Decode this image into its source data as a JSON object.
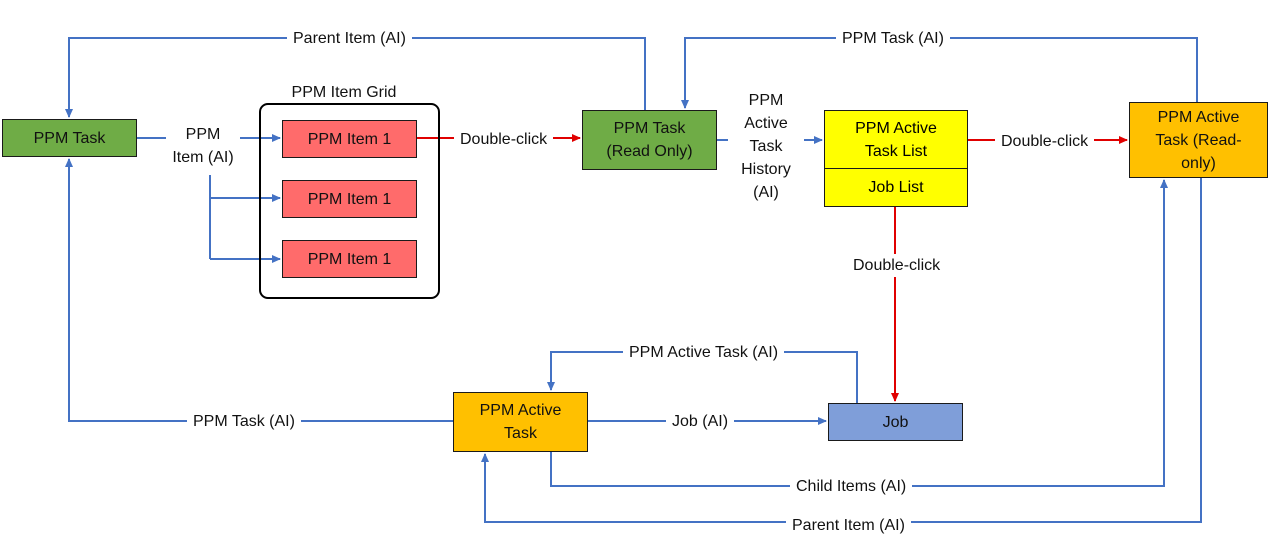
{
  "nodes": {
    "ppm_task": "PPM Task",
    "grid_title": "PPM Item Grid",
    "grid_item_1": "PPM Item 1",
    "grid_item_2": "PPM Item 1",
    "grid_item_3": "PPM Item 1",
    "ppm_task_read_only": "PPM Task\n(Read Only)",
    "active_task_list": "PPM Active\nTask List",
    "job_list": "Job List",
    "active_task_read_only": "PPM Active\nTask (Read-\nonly)",
    "ppm_active_task": "PPM Active\nTask",
    "job": "Job"
  },
  "edges": {
    "parent_item_top": "Parent Item (AI)",
    "ppm_task_top": "PPM Task (AI)",
    "ppm_item": "PPM\nItem (AI)",
    "double_click_1": "Double-click",
    "active_task_history": "PPM\nActive\nTask\nHistory\n(AI)",
    "double_click_2": "Double-click",
    "double_click_3": "Double-click",
    "ppm_active_task_ai": "PPM Active Task (AI)",
    "ppm_task_bottom": "PPM Task (AI)",
    "job_ai": "Job (AI)",
    "child_items": "Child Items (AI)",
    "parent_item_bottom": "Parent Item (AI)"
  },
  "colors": {
    "line_blue": "#4472c4",
    "line_red": "#e00000",
    "green": "#6fac46",
    "red": "#ff6b6b",
    "yellow": "#ffff00",
    "orange": "#ffc000",
    "blue": "#7f9ed9"
  }
}
